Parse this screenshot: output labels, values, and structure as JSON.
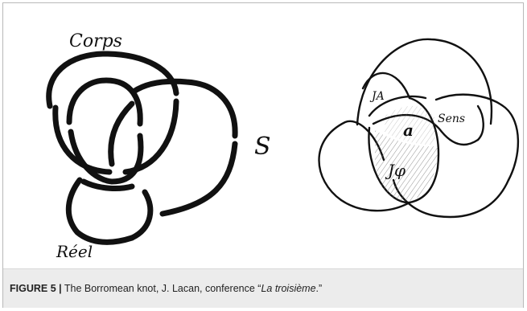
{
  "figure": {
    "left_drawing_labels": {
      "corps": "Corps",
      "s": "S",
      "reel": "Réel"
    },
    "right_drawing_labels": {
      "ja": "JA",
      "sens": "Sens",
      "a": "a",
      "jphi": "Jφ"
    },
    "caption": {
      "label": "FIGURE 5 |",
      "text_before": " The Borromean knot, J. Lacan, conference “",
      "title_italic": "La troisième",
      "text_after": ".”"
    }
  }
}
